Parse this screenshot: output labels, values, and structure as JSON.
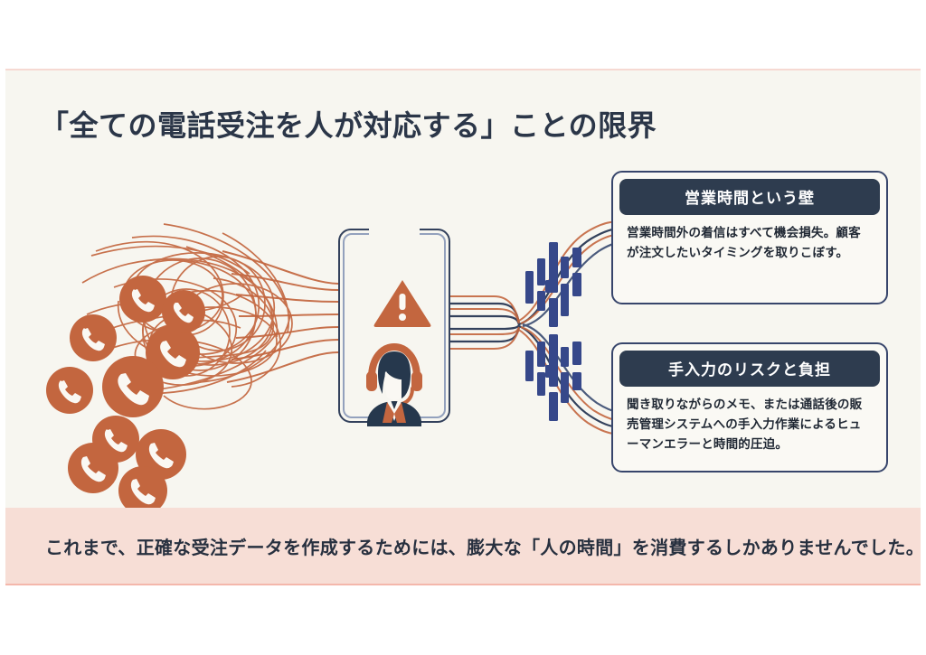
{
  "slide": {
    "title": "「全ての電話受注を人が対応する」ことの限界",
    "background_color": "#f7f6f0",
    "accent_orange": "#c3663f",
    "accent_navy": "#2e3c4f",
    "banner_color": "#f7ded6"
  },
  "diagram": {
    "left_cluster": {
      "icon": "phone-icon",
      "label": "incoming-call-overload",
      "phone_count": 10,
      "color": "#c3663f"
    },
    "center": {
      "icon": "operator-headset-icon",
      "warning_icon": "warning-triangle-icon",
      "frame": "operator-capacity-frame"
    },
    "output_clusters": {
      "icon": "data-bars-icon",
      "color": "#3c4f86",
      "count": 2
    },
    "connector_colors": {
      "tangled": "#c3663f",
      "structured": "#33415c"
    }
  },
  "cards": [
    {
      "title": "営業時間という壁",
      "body": "営業時間外の着信はすべて機会損失。顧客が注文したいタイミングを取りこぼす。"
    },
    {
      "title": "手入力のリスクと負担",
      "body": "聞き取りながらのメモ、または通話後の販売管理システムへの手入力作業によるヒューマンエラーと時間的圧迫。"
    }
  ],
  "banner": {
    "text": "これまで、正確な受注データを作成するためには、膨大な「人の時間」を消費するしかありませんでした。"
  }
}
